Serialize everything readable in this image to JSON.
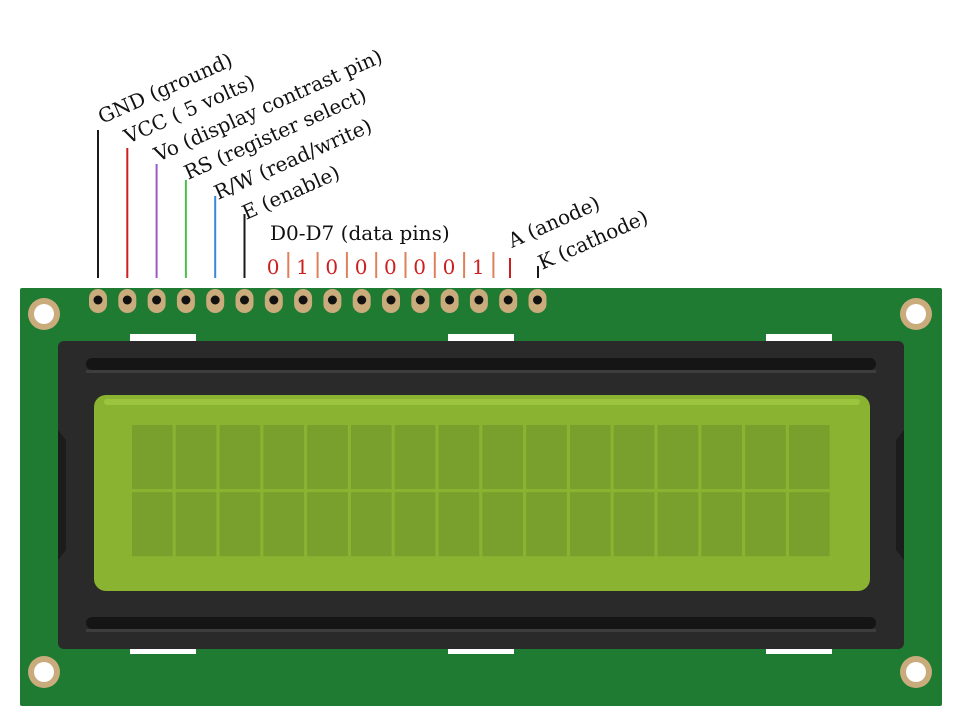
{
  "diagram": {
    "pins": [
      {
        "label": "GND (ground)",
        "color": "#1a1a1a"
      },
      {
        "label": "VCC ( 5 volts)",
        "color": "#cc1f1f"
      },
      {
        "label": "Vo (display contrast pin)",
        "color": "#9b59c7"
      },
      {
        "label": "RS (register select)",
        "color": "#47c247"
      },
      {
        "label": "R/W (read/write)",
        "color": "#3b87d6"
      },
      {
        "label": "E (enable)",
        "color": "#1a1a1a"
      }
    ],
    "data_label": "D0-D7 (data pins)",
    "data_bits": [
      "0",
      "1",
      "0",
      "0",
      "0",
      "0",
      "0",
      "1"
    ],
    "data_bit_color": "#cc1f1f",
    "data_separator_color": "#e0805a",
    "anode_label": "A (anode)",
    "anode_color": "#cc1f1f",
    "cathode_label": "K (cathode)",
    "cathode_color": "#1a1a1a",
    "colors": {
      "pcb": "#1f7a32",
      "bezel": "#2a2a2a",
      "lcd_screen": "#8ab331",
      "lcd_cells": "#79a02c",
      "pin_pad": "#c9ab7c"
    },
    "lcd_grid": {
      "columns": 16,
      "rows": 2
    }
  }
}
